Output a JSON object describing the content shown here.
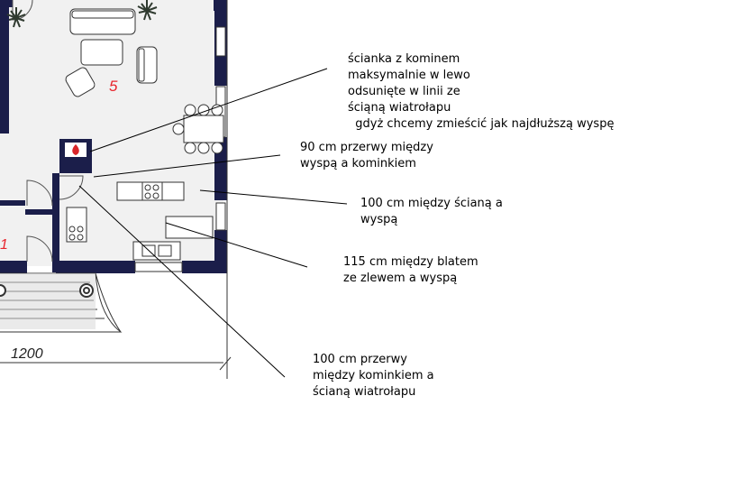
{
  "plan": {
    "room_number": "5",
    "room_number_left": "1",
    "dimension": "1200",
    "room_number_color": "#e8242c",
    "wall_color": "#1b1e4a",
    "fireplace_flame_color": "#d9252a"
  },
  "notes": [
    {
      "text": "ścianka z kominem\nmaksymalnie w lewo\nodsunięte w linii ze\nściąną wiatrołapu\n  gdyż chcemy zmieścić jak najdłuższą wyspę"
    },
    {
      "text": "90 cm przerwy między\nwyspą a kominkiem"
    },
    {
      "text": "100 cm między ścianą a\nwyspą"
    },
    {
      "text": "115 cm między blatem\nze zlewem a wyspą"
    },
    {
      "text": "100 cm przerwy\nmiędzy kominkiem a\nścianą wiatrołapu"
    }
  ]
}
